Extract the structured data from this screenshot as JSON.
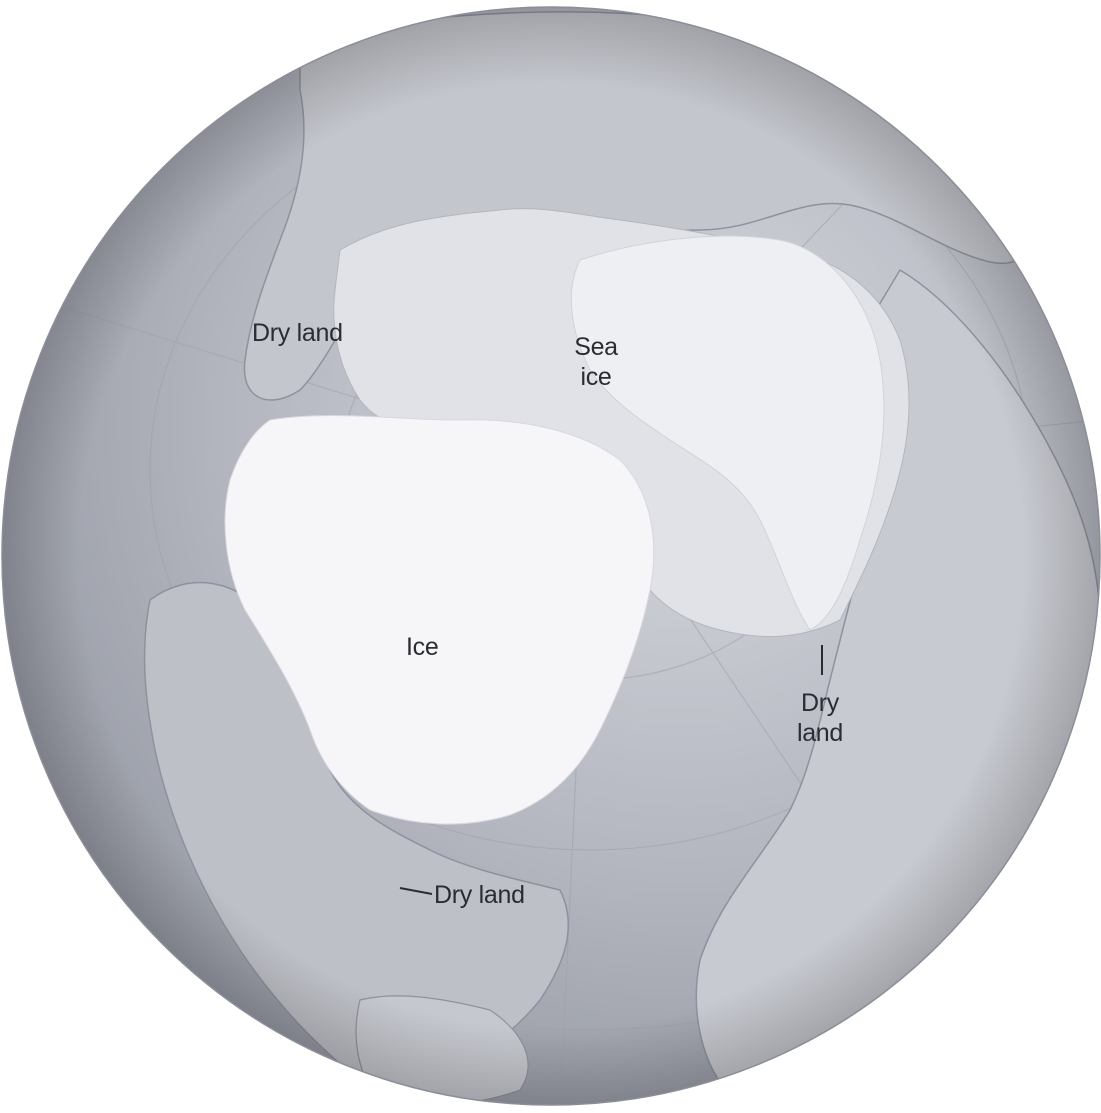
{
  "map": {
    "labels": {
      "dry_land_northwest": "Dry land",
      "sea_ice": "Sea\nice",
      "ice": "Ice",
      "dry_land_east": "Dry\nland",
      "dry_land_south": "Dry land"
    },
    "colors": {
      "ocean": "#a9acb6",
      "ocean_light": "#c9cbd2",
      "land": "#bfc1c8",
      "ice_sheet": "#f5f5f7",
      "sea_ice": "#e3e4e8",
      "label_text": "#2a2c33"
    }
  }
}
